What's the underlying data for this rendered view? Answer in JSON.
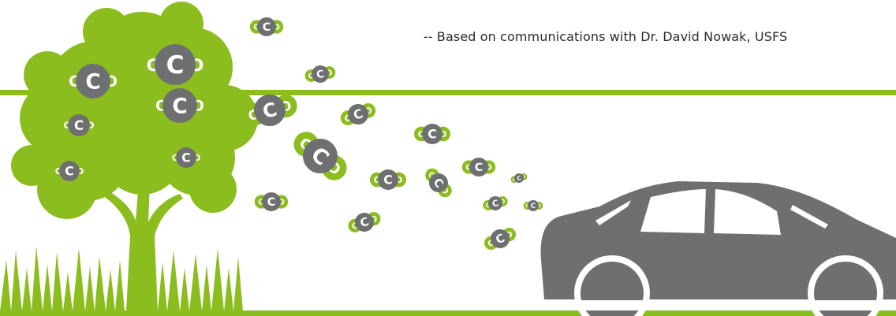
{
  "credit": {
    "text": "-- Based on communications with Dr. David Nowak, USFS"
  },
  "molecule": {
    "carbon_letter": "C",
    "oxygen_letter": "O"
  },
  "colors": {
    "green": "#8cbd1e",
    "gray": "#6e6f71",
    "line_green": "#8cbd1e",
    "window": "#ffffff"
  },
  "icons": [
    "tree-icon",
    "grass-icon",
    "co2-molecule-icon",
    "car-icon"
  ]
}
